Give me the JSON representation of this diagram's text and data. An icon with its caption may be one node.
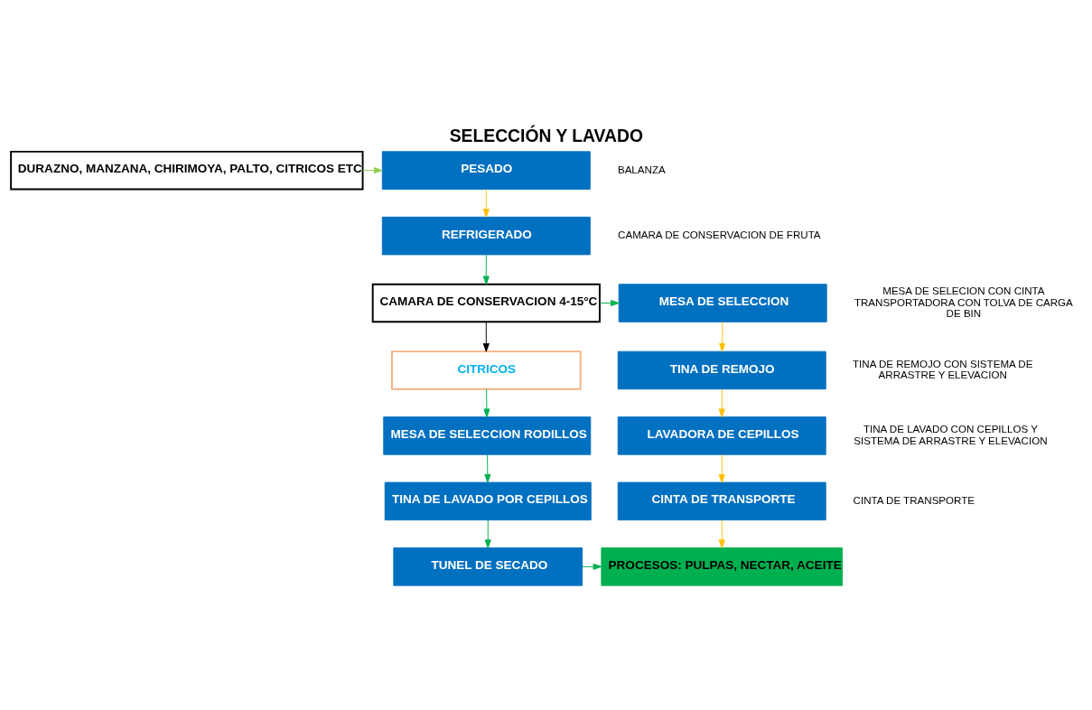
{
  "diagram": {
    "title": "SELECCIÓN Y LAVADO",
    "nodes": [
      {
        "text": [
          "DURAZNO, MANZANA, CHIRIMOYA, PALTO, CITRICOS ETC"
        ]
      },
      {
        "text": [
          "PESADO"
        ],
        "beside": [
          "BALANZA"
        ]
      },
      {
        "text": [
          "REFRIGERADO"
        ],
        "beside": [
          "CAMARA DE CONSERVACION DE FRUTA"
        ]
      },
      {
        "text": [
          "CAMARA DE CONSERVACION 4-15°C"
        ]
      },
      {
        "text": [
          "MESA DE SELECCION"
        ],
        "beside": [
          "MESA DE SELECION CON CINTA TRANSPORTADORA CON TOLVA DE CARGA DE BIN"
        ]
      },
      {
        "text": [
          "CITRICOS"
        ]
      },
      {
        "text": [
          "TINA DE REMOJO"
        ],
        "beside": [
          "TINA DE REMOJO CON SISTEMA DE ARRASTRE Y ELEVACION"
        ]
      },
      {
        "text": [
          "MESA DE SELECCION RODILLOS"
        ]
      },
      {
        "text": [
          "LAVADORA DE CEPILLOS"
        ],
        "beside": [
          "TINA DE LAVADO CON CEPILLOS Y SISTEMA DE ARRASTRE Y ELEVACION"
        ]
      },
      {
        "text": [
          "TINA DE LAVADO POR CEPILLOS"
        ]
      },
      {
        "text": [
          "CINTA DE TRANSPORTE"
        ],
        "beside": [
          "CINTA DE TRANSPORTE"
        ]
      },
      {
        "text": [
          "TUNEL DE SECADO"
        ]
      },
      {
        "text": [
          "PROCESOS: PULPAS, NECTAR, ACEITE"
        ]
      }
    ],
    "edges": [
      {
        "from": 0,
        "to": 1,
        "arrow": "to",
        "color": "#92d050"
      },
      {
        "from": 1,
        "to": 2,
        "arrow": "to",
        "color": "#ffc000"
      },
      {
        "from": 2,
        "to": 3,
        "arrow": "to"
      },
      {
        "from": 3,
        "to": 4,
        "arrow": "to"
      },
      {
        "from": 3,
        "to": 5,
        "arrow": "to",
        "color": "#000000"
      },
      {
        "from": 4,
        "to": 6,
        "arrow": "to",
        "color": "#ffc000"
      },
      {
        "from": 6,
        "to": 8,
        "arrow": "to",
        "color": "#ffc000"
      },
      {
        "from": 8,
        "to": 10,
        "arrow": "to",
        "color": "#ffc000"
      },
      {
        "from": 10,
        "to": 12,
        "arrow": "to",
        "color": "#ffc000"
      },
      {
        "from": 5,
        "to": 7,
        "arrow": "to"
      },
      {
        "from": 7,
        "to": 9,
        "arrow": "to"
      },
      {
        "from": 9,
        "to": 11,
        "arrow": "to"
      },
      {
        "from": 11,
        "to": 12,
        "arrow": "to"
      }
    ]
  }
}
